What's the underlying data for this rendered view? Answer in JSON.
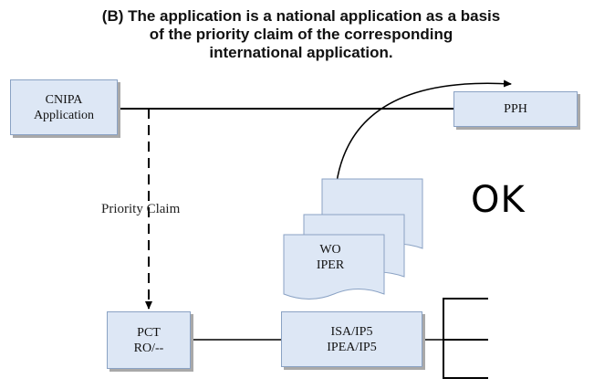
{
  "title": {
    "line1": "(B) The application is a national application as a basis",
    "line2": "of the priority claim of the corresponding",
    "line3": "international application."
  },
  "nodes": {
    "cnipa": {
      "line1": "CNIPA",
      "line2": "Application"
    },
    "pph": {
      "label": "PPH"
    },
    "pct": {
      "line1": "PCT",
      "line2": "RO/--"
    },
    "isa": {
      "line1": "ISA/IP5",
      "line2": "IPEA/IP5"
    },
    "wo_iper": {
      "line1": "WO",
      "line2": "IPER"
    }
  },
  "edges": {
    "priority_claim_label": "Priority Claim"
  },
  "status": {
    "ok_label": "OK"
  },
  "colors": {
    "box_fill": "#dde7f5",
    "box_border": "#8aa2c4",
    "line": "#000000"
  }
}
